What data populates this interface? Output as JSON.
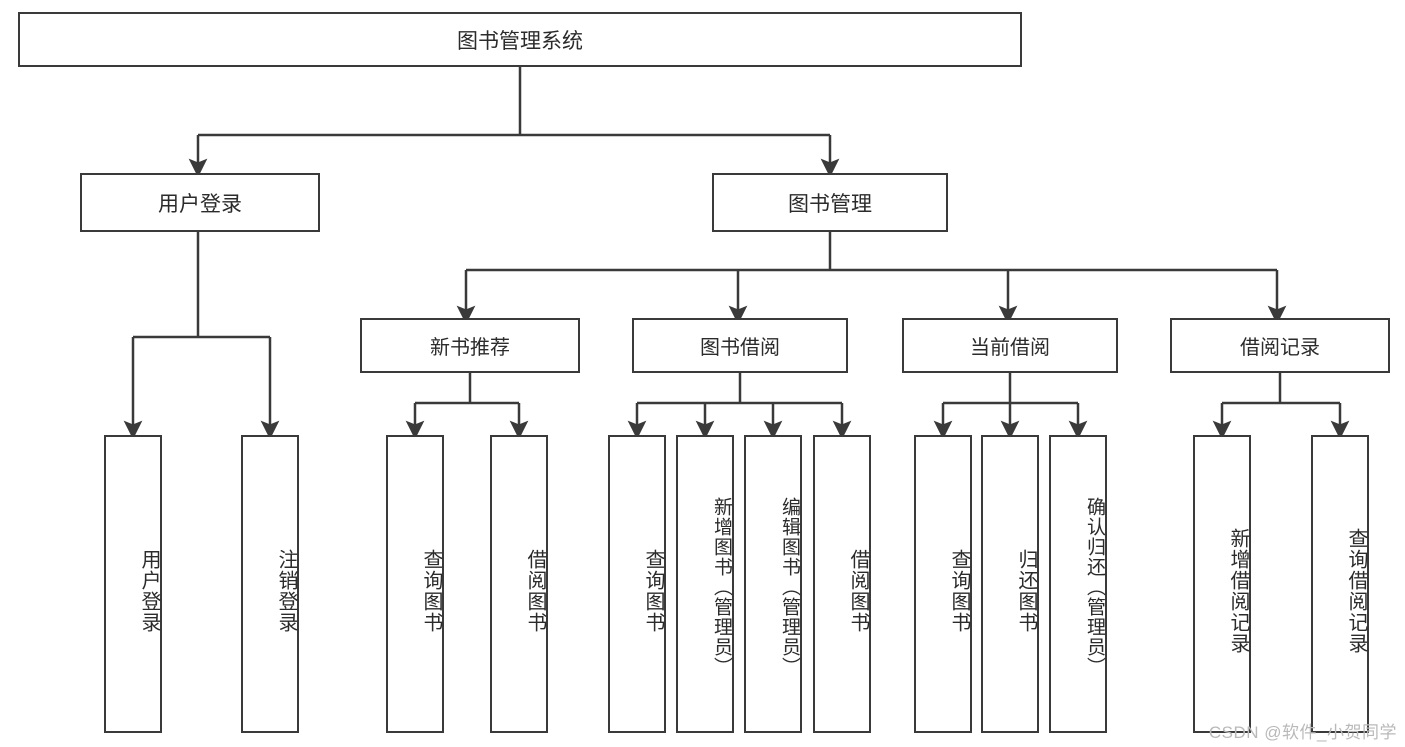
{
  "diagram": {
    "title": "图书管理系统",
    "type": "hierarchy-tree",
    "watermark": "CSDN @软件_小贺同学",
    "colors": {
      "background": "#ffffff",
      "border": "#3a3a3a",
      "text": "#2b2b2b",
      "edge": "#3a3a3a",
      "watermark": "#b9b9b9"
    },
    "root": {
      "label": "图书管理系统"
    },
    "level1": [
      {
        "label": "用户登录"
      },
      {
        "label": "图书管理"
      }
    ],
    "level2": [
      {
        "label": "新书推荐"
      },
      {
        "label": "图书借阅"
      },
      {
        "label": "当前借阅"
      },
      {
        "label": "借阅记录"
      }
    ],
    "leaves": {
      "user_login": [
        {
          "label": "用户登录"
        },
        {
          "label": "注销登录"
        }
      ],
      "new_book_recommend": [
        {
          "label": "查询图书"
        },
        {
          "label": "借阅图书"
        }
      ],
      "book_borrow": [
        {
          "label": "查询图书"
        },
        {
          "label": "新增图书（管理员）"
        },
        {
          "label": "编辑图书（管理员）"
        },
        {
          "label": "借阅图书"
        }
      ],
      "current_borrow": [
        {
          "label": "查询图书"
        },
        {
          "label": "归还图书"
        },
        {
          "label": "确认归还（管理员）"
        }
      ],
      "borrow_record": [
        {
          "label": "新增借阅记录"
        },
        {
          "label": "查询借阅记录"
        }
      ]
    }
  }
}
